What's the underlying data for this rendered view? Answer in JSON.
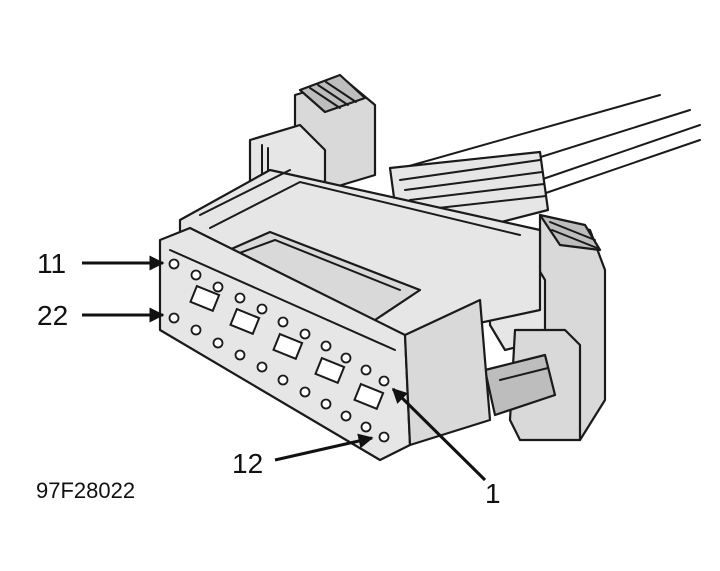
{
  "figure_code": "97F28022",
  "callouts": {
    "pin_11": "11",
    "pin_22": "22",
    "pin_12": "12",
    "pin_1": "1"
  }
}
